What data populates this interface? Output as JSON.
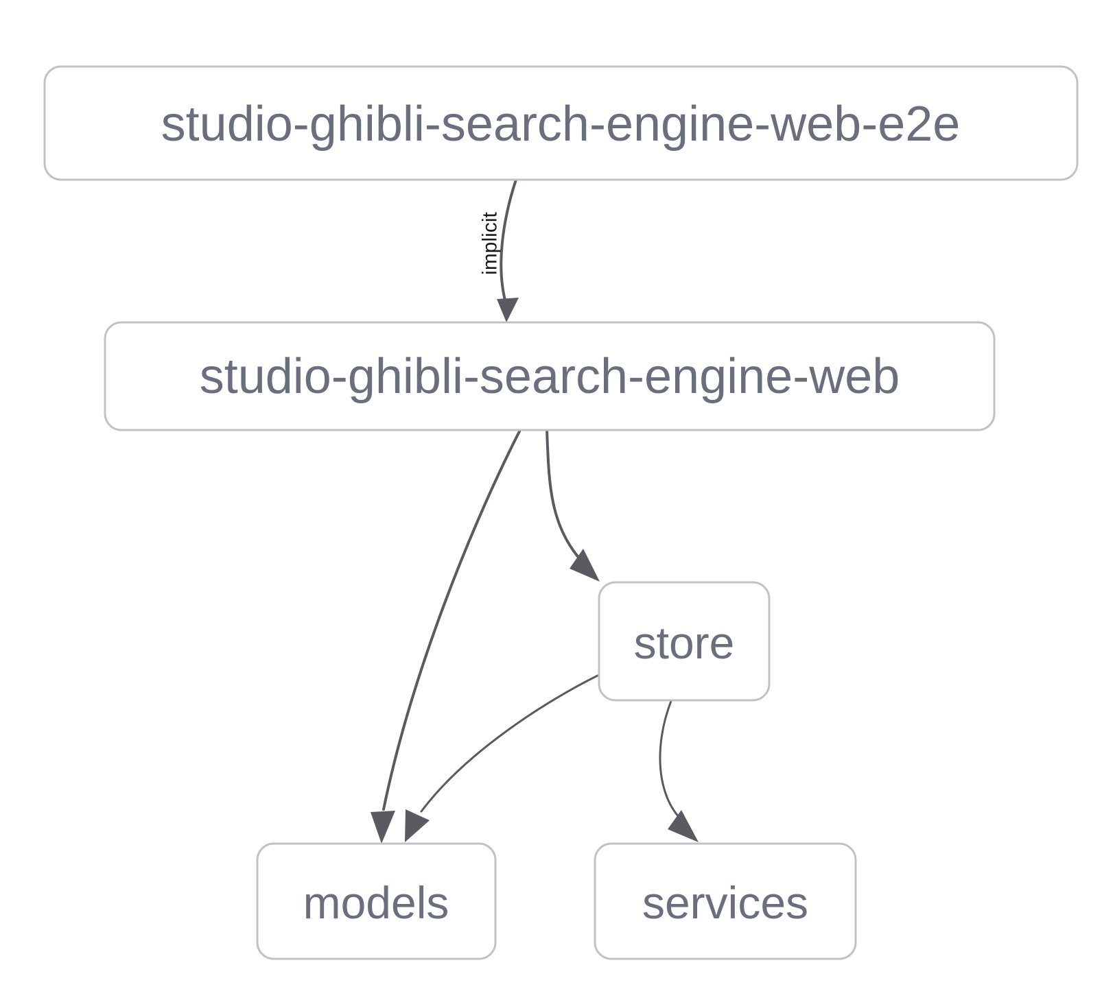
{
  "diagram": {
    "type": "dependency-graph",
    "direction": "top-to-bottom",
    "background_color": "#ffffff",
    "node_border_color": "#c2c2c6",
    "node_fill_color": "#ffffff",
    "node_text_color": "#6b6e7d",
    "edge_color": "#5a5a60",
    "edge_label_color": "#1a1a1a",
    "nodes": [
      {
        "id": "web-e2e",
        "label": "studio-ghibli-search-engine-web-e2e"
      },
      {
        "id": "web",
        "label": "studio-ghibli-search-engine-web"
      },
      {
        "id": "store",
        "label": "store"
      },
      {
        "id": "models",
        "label": "models"
      },
      {
        "id": "services",
        "label": "services"
      }
    ],
    "edges": [
      {
        "from": "web-e2e",
        "to": "web",
        "label": "implicit"
      },
      {
        "from": "web",
        "to": "models",
        "label": ""
      },
      {
        "from": "web",
        "to": "store",
        "label": ""
      },
      {
        "from": "store",
        "to": "models",
        "label": ""
      },
      {
        "from": "store",
        "to": "services",
        "label": ""
      }
    ]
  }
}
